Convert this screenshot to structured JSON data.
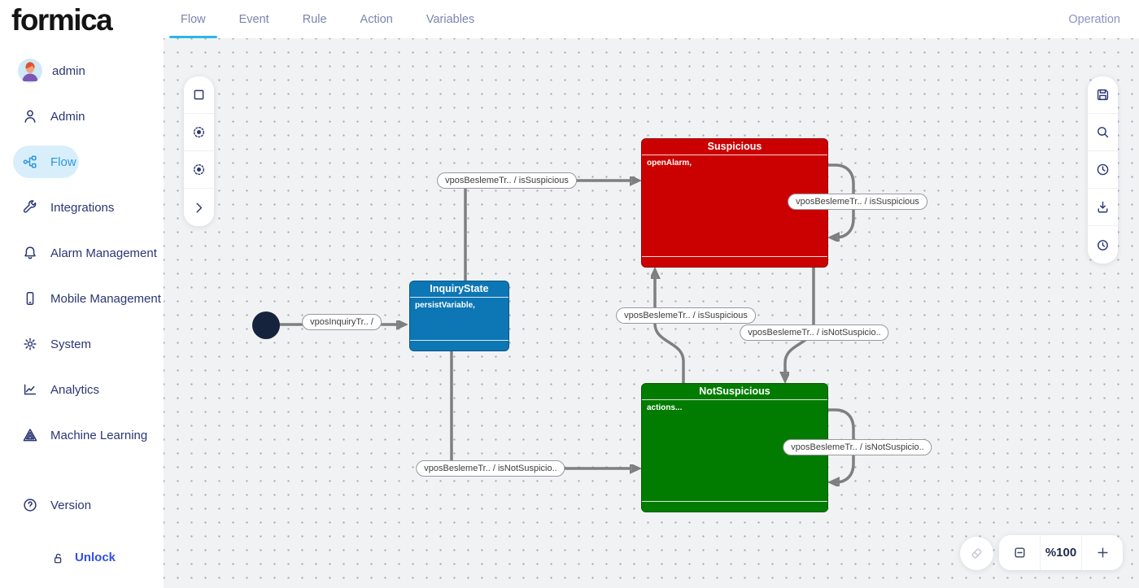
{
  "brand": {
    "logo": "formica"
  },
  "topnav": {
    "tabs": [
      {
        "label": "Flow",
        "active": true
      },
      {
        "label": "Event",
        "active": false
      },
      {
        "label": "Rule",
        "active": false
      },
      {
        "label": "Action",
        "active": false
      },
      {
        "label": "Variables",
        "active": false
      }
    ],
    "right_link": "Operation",
    "active_underline_color": "#29b7e8"
  },
  "sidebar": {
    "user": {
      "name": "admin"
    },
    "items": [
      {
        "label": "Admin",
        "icon": "user-icon",
        "active": false
      },
      {
        "label": "Flow",
        "icon": "flow-icon",
        "active": true
      },
      {
        "label": "Integrations",
        "icon": "wrench-icon",
        "active": false
      },
      {
        "label": "Alarm Management",
        "icon": "bell-icon",
        "active": false
      },
      {
        "label": "Mobile Management",
        "icon": "mobile-icon",
        "active": false
      },
      {
        "label": "System",
        "icon": "gear-icon",
        "active": false
      },
      {
        "label": "Analytics",
        "icon": "analytics-icon",
        "active": false
      },
      {
        "label": "Machine Learning",
        "icon": "ml-icon",
        "active": false
      },
      {
        "label": "Version",
        "icon": "help-icon",
        "active": false
      }
    ],
    "unlock": {
      "label": "Unlock",
      "icon": "unlock-icon"
    },
    "colors": {
      "text": "#2b3674",
      "active_text": "#2d96dc",
      "active_pill": "#d8effb",
      "unlock_text": "#3350e0"
    }
  },
  "canvas": {
    "background": "#f1f2f4",
    "left_toolbar": [
      {
        "icon": "square-tool-icon"
      },
      {
        "icon": "start-node-tool-icon"
      },
      {
        "icon": "end-node-tool-icon"
      },
      {
        "icon": "expand-panel-icon"
      }
    ],
    "right_toolbar": [
      {
        "icon": "save-icon"
      },
      {
        "icon": "search-icon"
      },
      {
        "icon": "clock-icon"
      },
      {
        "icon": "download-icon"
      },
      {
        "icon": "history-icon"
      }
    ],
    "zoom": {
      "level": "%100"
    },
    "diagram": {
      "initial_state_color": "#16233c",
      "edge_color": "#7f7f7f",
      "states": [
        {
          "name": "InquiryState",
          "body": "persistVariable,",
          "color": "#0d76b4"
        },
        {
          "name": "Suspicious",
          "body": "openAlarm,",
          "color": "#cb0101"
        },
        {
          "name": "NotSuspicious",
          "body": "actions...",
          "color": "#017c01"
        }
      ],
      "edge_labels": [
        "vposInquiryTr.. /",
        "vposBeslemeTr.. / isSuspicious",
        "vposBeslemeTr.. / isSuspicious",
        "vposBeslemeTr.. / isSuspicious",
        "vposBeslemeTr.. / isNotSuspicio..",
        "vposBeslemeTr.. / isNotSuspicio..",
        "vposBeslemeTr.. / isNotSuspicio.."
      ]
    }
  }
}
